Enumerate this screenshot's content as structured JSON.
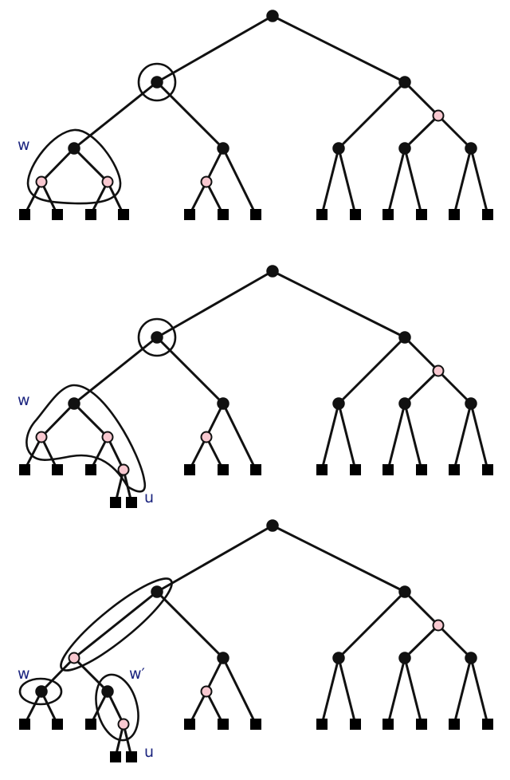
{
  "colors": {
    "edge": "#111111",
    "black_node": "#111111",
    "pink_node": "#f8c8d0",
    "leaf": "#000000",
    "label": "#1a237e"
  },
  "panels": [
    {
      "labels": {
        "w": "w"
      }
    },
    {
      "labels": {
        "w": "w",
        "u": "u"
      }
    },
    {
      "labels": {
        "w": "w",
        "w_prime": "w′",
        "u": "u"
      }
    }
  ]
}
